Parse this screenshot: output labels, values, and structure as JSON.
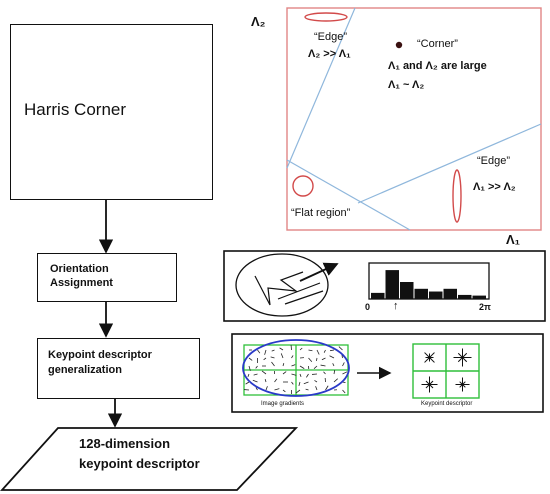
{
  "harris": {
    "label": "Harris Corner"
  },
  "orientation": {
    "line1": "Orientation",
    "line2": "Assignment"
  },
  "descriptor": {
    "line1": "Keypoint descriptor",
    "line2": "generalization"
  },
  "output": {
    "line1": "128-dimension",
    "line2": "keypoint descriptor"
  },
  "eigen_plot": {
    "axis_y": "Λ₂",
    "axis_x": "Λ₁",
    "edge_top_title": "“Edge”",
    "edge_top_rel": "Λ₂ >> Λ₁",
    "corner_title": "“Corner”",
    "corner_line1": "Λ₁ and Λ₂ are large",
    "corner_line2": "Λ₁ ~ Λ₂",
    "edge_right_title": "“Edge”",
    "edge_right_rel": "Λ₁ >> Λ₂",
    "flat_title": "“Flat region”"
  },
  "histogram": {
    "tick_min": "0",
    "tick_max": "2π",
    "arrow_glyph": "↑",
    "bins": [
      0.18,
      0.85,
      0.5,
      0.3,
      0.22,
      0.3,
      0.12,
      0.1
    ],
    "colors": {
      "border": "#111111",
      "bar": "#111111"
    }
  },
  "descriptor_image": {
    "left_caption": "Image gradients",
    "right_caption": "Keypoint descriptor",
    "colors": {
      "grid": "#2fbf3a",
      "circle": "#2a3ac8"
    }
  },
  "colors": {
    "eigen_border": "#e08585",
    "eigen_lines": "#8fb7dc",
    "ellipse": "#d24a4a"
  }
}
